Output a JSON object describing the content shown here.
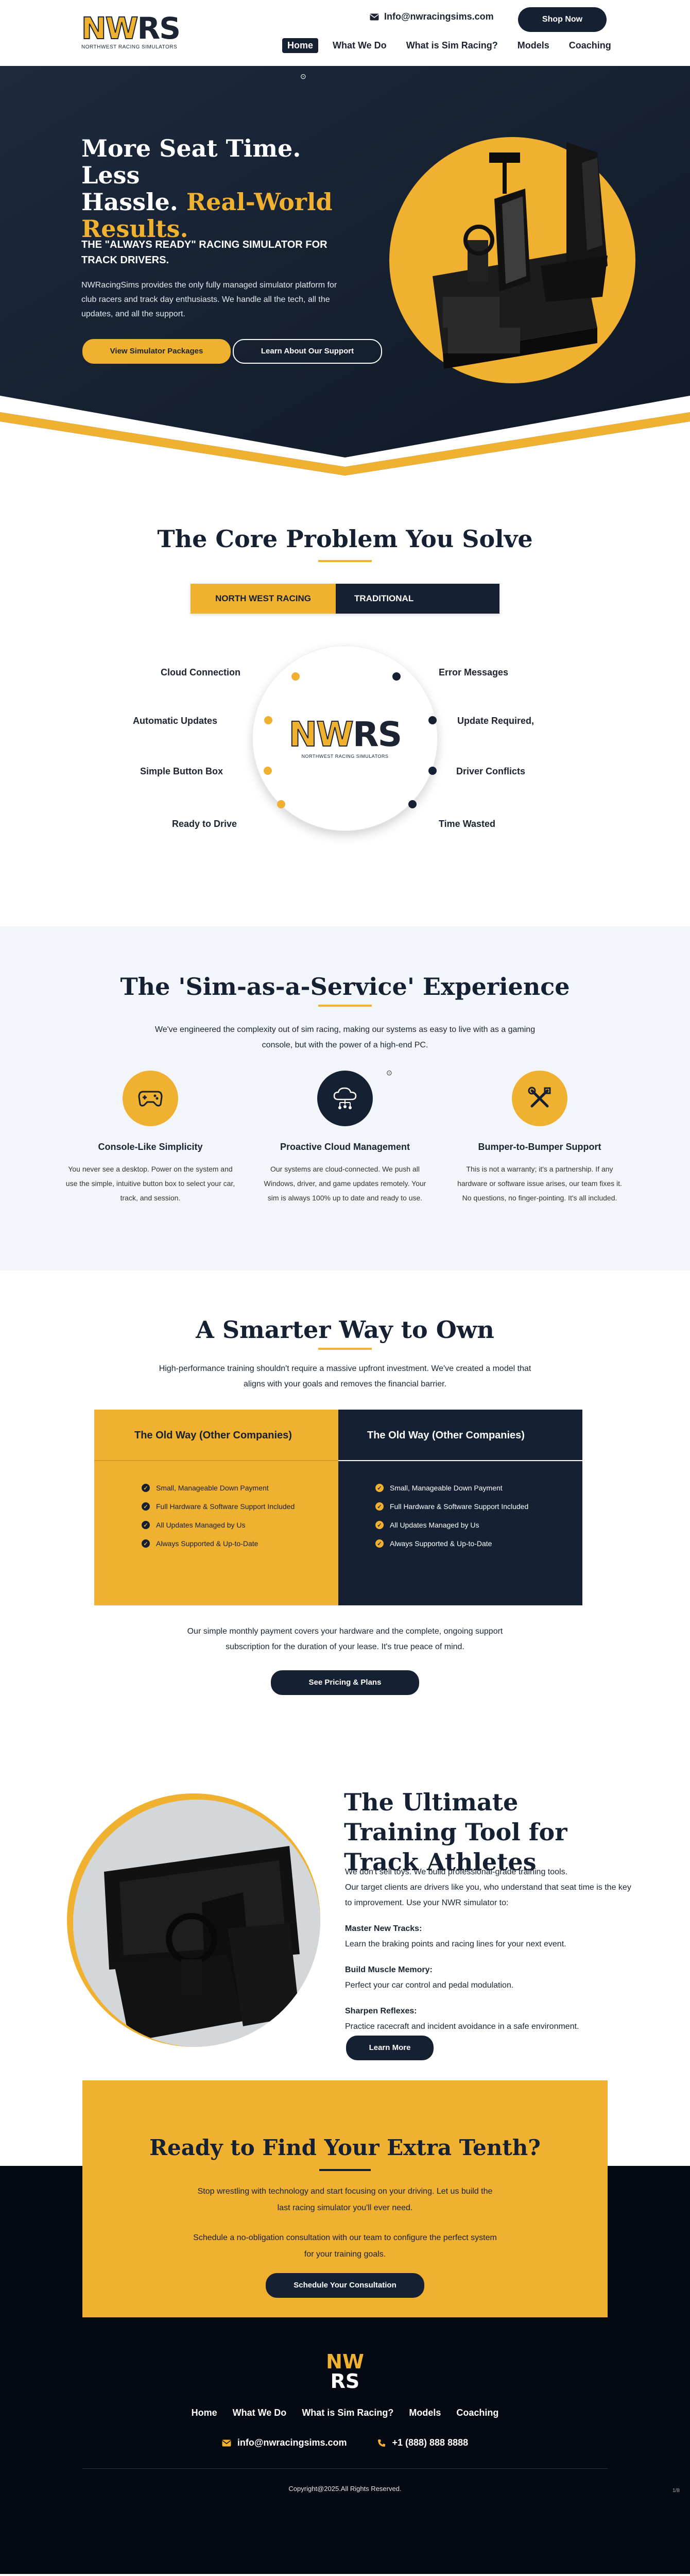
{
  "brand": {
    "logo_nw": "NW",
    "logo_rs": "RS",
    "logo_tagline": "NORTHWEST RACING SIMULATORS"
  },
  "header": {
    "email": "Info@nwracingsims.com",
    "shop_button": "Shop Now",
    "nav": [
      {
        "label": "Home",
        "active": true
      },
      {
        "label": "What We Do"
      },
      {
        "label": "What is Sim Racing?"
      },
      {
        "label": "Models"
      },
      {
        "label": "Coaching"
      }
    ]
  },
  "hero": {
    "title_line1": "More Seat Time. Less",
    "title_line2": "Hassle.",
    "title_highlight_a": "Real-World",
    "title_highlight_b": "Results.",
    "subtitle": "The \"Always Ready\" Racing Simulator for Track Drivers.",
    "description": "NWRacingSims provides the only fully managed simulator platform for club racers and track day enthusiasts. We handle all the tech, all the updates, and all the support.",
    "primary_button": "View Simulator Packages",
    "secondary_button": "Learn About Our Support"
  },
  "problem": {
    "title": "The Core Problem You Solve",
    "toggle_left": "NORTH WEST RACING",
    "toggle_right": "TRADITIONAL",
    "left_items": [
      "Cloud Connection",
      "Automatic Updates",
      "Simple Button Box",
      "Ready to Drive"
    ],
    "right_items": [
      "Error Messages",
      "Update Required,",
      "Driver Conflicts",
      "Time Wasted"
    ]
  },
  "saas": {
    "title": "The 'Sim-as-a-Service' Experience",
    "intro": "We've engineered the complexity out of sim racing, making our systems as easy to live with as a gaming console, but with the power of a high-end PC.",
    "features": [
      {
        "icon": "gamepad-icon",
        "title": "Console-Like Simplicity",
        "desc": "You never see a desktop. Power on the system and use the simple, intuitive button box to select your car, track, and session."
      },
      {
        "icon": "cloud-network-icon",
        "title": "Proactive Cloud Management",
        "desc": "Our systems are cloud-connected. We push all Windows, driver, and game updates remotely. Your sim is always 100% up to date and ready to use."
      },
      {
        "icon": "tools-icon",
        "title": "Bumper-to-Bumper Support",
        "desc": "This is not a warranty; it's a partnership. If any hardware or software issue arises, our team fixes it. No questions, no finger-pointing. It's all included."
      }
    ]
  },
  "smarter": {
    "title": "A Smarter Way to Own",
    "intro": "High-performance training shouldn't require a massive upfront investment. We've created a model that aligns with your goals and removes the financial barrier.",
    "left_heading": "The Old Way (Other Companies)",
    "right_heading": "The Old Way (Other Companies)",
    "items": [
      "Small, Manageable Down Payment",
      "Full Hardware & Software Support Included",
      "All Updates Managed by Us",
      "Always Supported & Up-to-Date"
    ],
    "note": "Our simple monthly payment covers your hardware and the complete, ongoing support subscription for the duration of your lease. It's true peace of mind.",
    "button": "See Pricing & Plans"
  },
  "training": {
    "title": "The Ultimate Training Tool for Track Athletes",
    "intro1": "We don't sell toys. We build professional-grade training tools.",
    "intro2": "Our target clients are drivers like you, who understand that seat time is the key to improvement. Use your NWR simulator to:",
    "items": [
      {
        "label": "Master New Tracks:",
        "text": "Learn the braking points and racing lines for your next event."
      },
      {
        "label": "Build Muscle Memory:",
        "text": "Perfect your car control and pedal modulation."
      },
      {
        "label": "Sharpen Reflexes:",
        "text": "Practice racecraft and incident avoidance in a safe environment."
      }
    ],
    "button": "Learn More"
  },
  "cta": {
    "title": "Ready to Find Your Extra Tenth?",
    "text1": "Stop wrestling with technology and start focusing on your driving. Let us build the last racing simulator you'll ever need.",
    "text2": "Schedule a no-obligation consultation with our team to configure the perfect system for your training goals.",
    "button": "Schedule Your Consultation"
  },
  "footer": {
    "nav": [
      "Home",
      "What We Do",
      "What is Sim Racing?",
      "Models",
      "Coaching"
    ],
    "email": "info@nwracingsims.com",
    "phone": "+1 (888) 888 8888",
    "copyright": "Copyright@2025.All Rights Reserved.",
    "page_indicator": "1/8"
  },
  "colors": {
    "accent": "#f0b030",
    "navy": "#152032",
    "dark": "#050a12",
    "light_bg": "#f2f5fa"
  }
}
